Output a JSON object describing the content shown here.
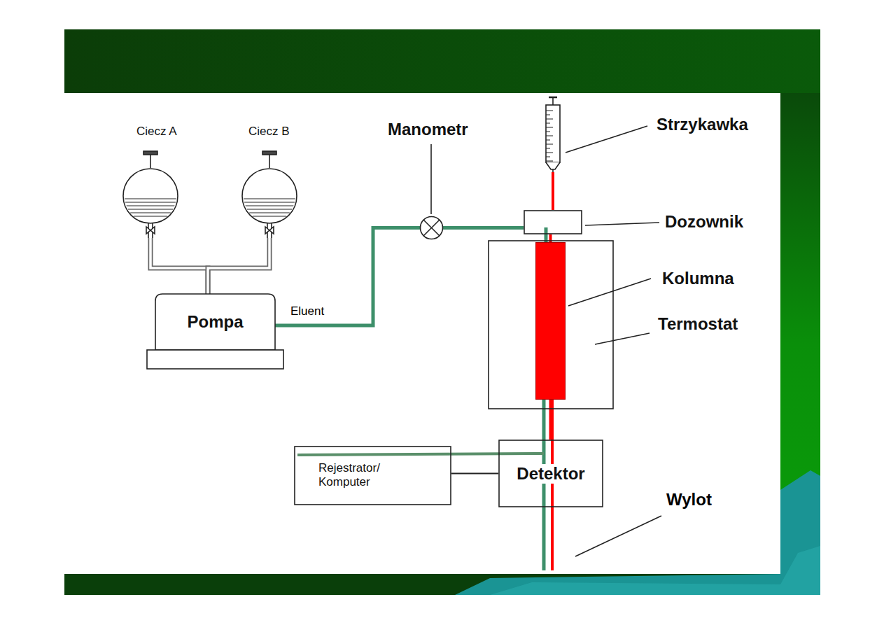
{
  "diagram": {
    "nodes": [
      {
        "text": [
          "Ciecz A"
        ]
      },
      {
        "text": [
          "Ciecz B"
        ]
      },
      {
        "text": [
          "Pompa"
        ]
      },
      {
        "text": [
          "Manometr"
        ]
      },
      {
        "text": [
          "Strzykawka"
        ]
      },
      {
        "text": [
          "Dozownik"
        ]
      },
      {
        "text": [
          "Termostat"
        ]
      },
      {
        "text": [
          "Kolumna"
        ],
        "in": 6
      },
      {
        "text": [
          "Detektor"
        ]
      },
      {
        "text": [
          "Rejestrator/ Komputer"
        ]
      }
    ],
    "edges": [
      {
        "from": 0,
        "to": 2,
        "arrow": "none"
      },
      {
        "from": 1,
        "to": 2,
        "arrow": "none"
      },
      {
        "from": 2,
        "to": 3,
        "label": "Eluent",
        "arrow": "none"
      },
      {
        "from": 3,
        "to": 5,
        "arrow": "none"
      },
      {
        "from": 4,
        "to": 5,
        "arrow": "none"
      },
      {
        "from": 5,
        "to": 7,
        "arrow": "none"
      },
      {
        "from": 7,
        "to": 8,
        "arrow": "none"
      },
      {
        "from": 8,
        "to": 9,
        "arrow": "none"
      }
    ],
    "labels": [
      "Wylot"
    ]
  }
}
